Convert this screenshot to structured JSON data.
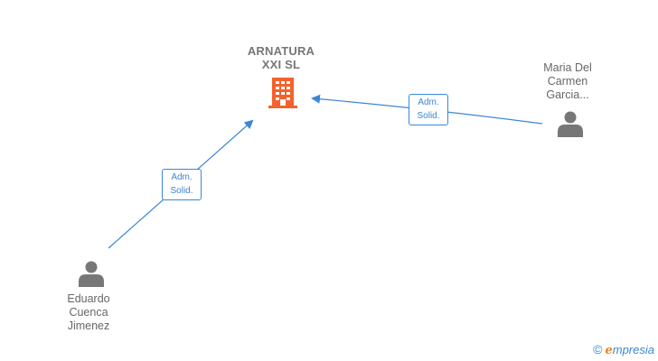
{
  "company": {
    "name_lines": [
      "ARNATURA",
      "XXI  SL"
    ],
    "icon": "building-icon",
    "icon_color": "#f2622e"
  },
  "persons": [
    {
      "id": "maria",
      "name_lines": [
        "Maria Del",
        "Carmen",
        "Garcia..."
      ],
      "icon": "person-icon"
    },
    {
      "id": "eduardo",
      "name_lines": [
        "Eduardo",
        "Cuenca",
        "Jimenez"
      ],
      "icon": "person-icon"
    }
  ],
  "relations": [
    {
      "from": "maria",
      "to": "company",
      "label_lines": [
        "Adm.",
        "Solid."
      ]
    },
    {
      "from": "eduardo",
      "to": "company",
      "label_lines": [
        "Adm.",
        "Solid."
      ]
    }
  ],
  "colors": {
    "edge": "#3b86d6",
    "person": "#777777",
    "text": "#666666"
  },
  "watermark": {
    "copyright": "©",
    "brand_first": "e",
    "brand_rest": "mpresia"
  }
}
